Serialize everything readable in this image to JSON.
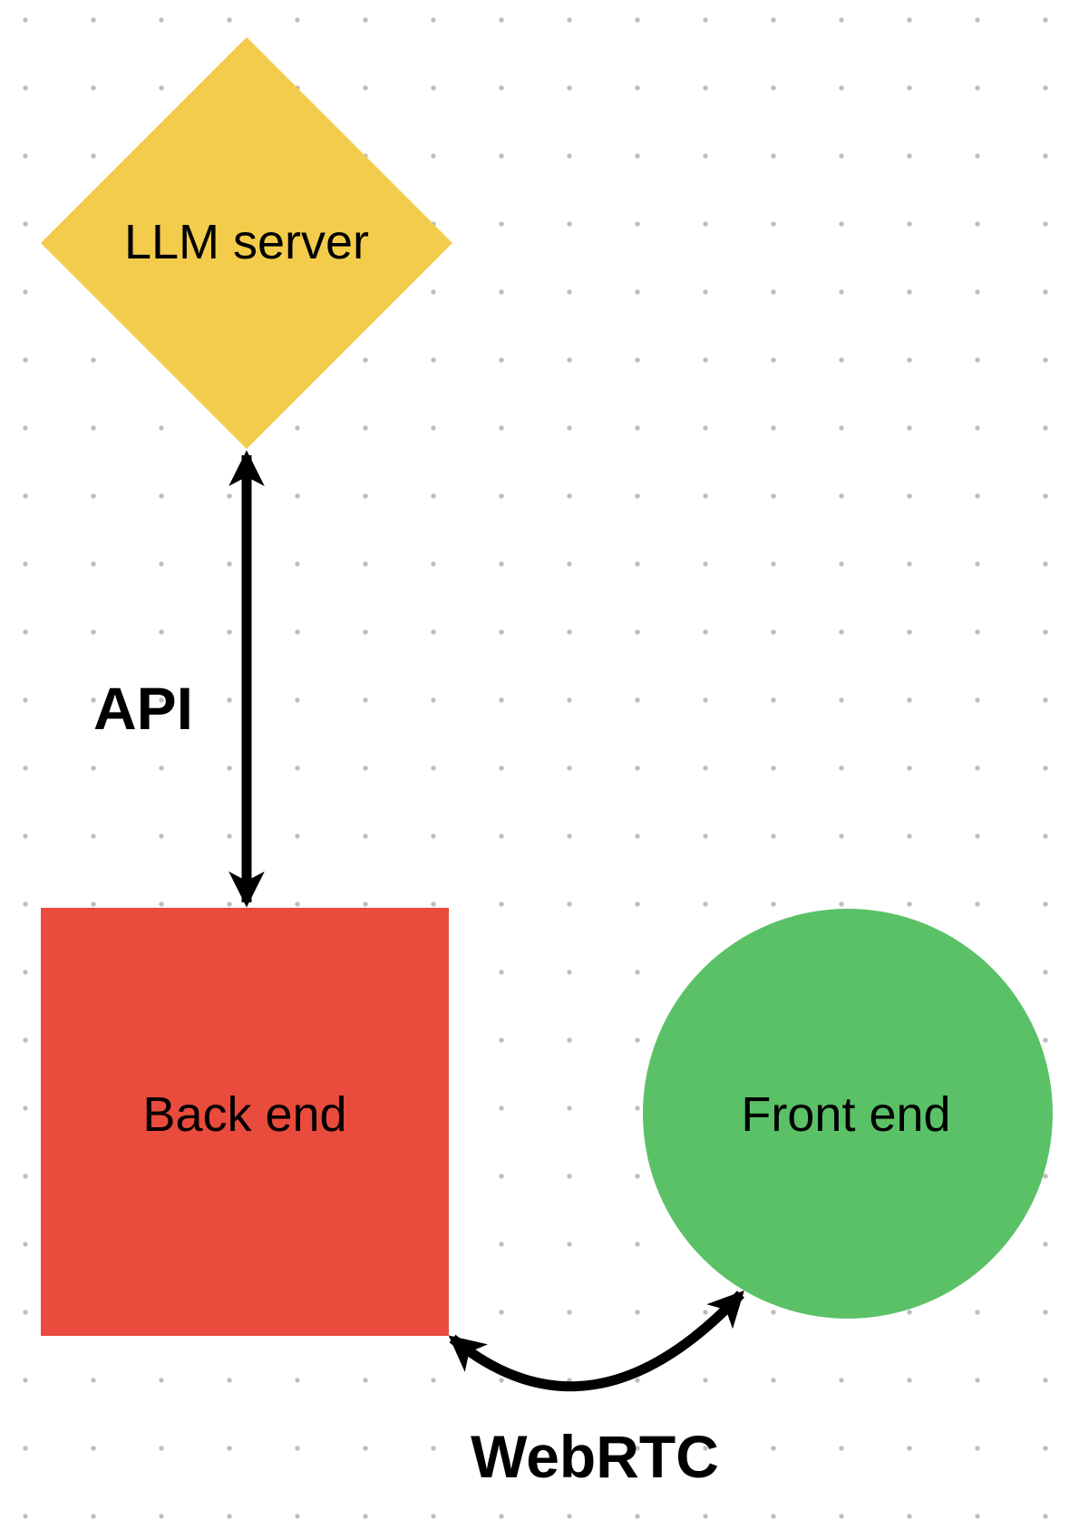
{
  "canvas": {
    "background_color": "#ffffff",
    "dot_color": "#bdbdbd"
  },
  "nodes": {
    "llm_server": {
      "label": "LLM server",
      "shape": "diamond",
      "color": "#F4CC4B"
    },
    "back_end": {
      "label": "Back end",
      "shape": "square",
      "color": "#E94B3C"
    },
    "front_end": {
      "label": "Front end",
      "shape": "circle",
      "color": "#5BC167"
    }
  },
  "edges": {
    "api": {
      "label": "API",
      "style": "straight-double-arrow",
      "color": "#000000"
    },
    "webrtc": {
      "label": "WebRTC",
      "style": "curved-double-arrow",
      "color": "#000000"
    }
  }
}
